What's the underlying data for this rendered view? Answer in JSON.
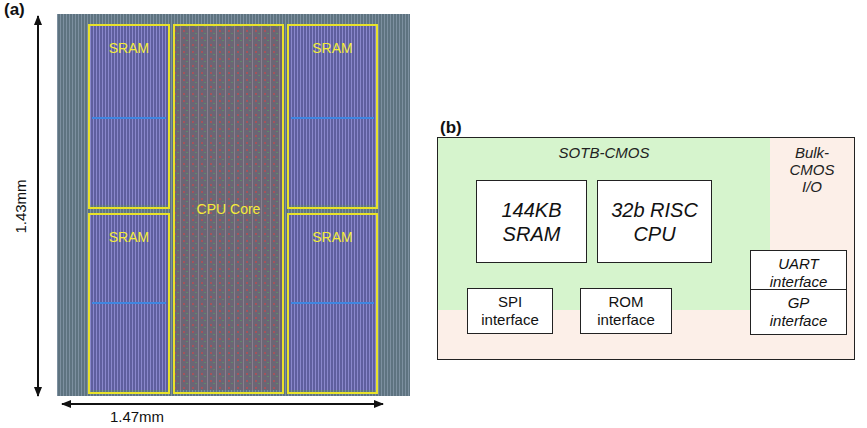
{
  "diagram": {
    "nodes": [
      {
        "text": [
          "SRAM"
        ]
      },
      {
        "text": [
          "CPU Core"
        ]
      },
      {
        "text": [
          "SRAM"
        ]
      },
      {
        "text": [
          "SRAM"
        ]
      },
      {
        "text": [
          "SRAM"
        ]
      },
      {
        "text": [
          "SOTB-CMOS"
        ]
      },
      {
        "text": [
          "144KB SRAM"
        ],
        "in": 5
      },
      {
        "text": [
          "32b RISC CPU"
        ],
        "in": 5
      },
      {
        "text": [
          "Bulk-CMOS I/O"
        ]
      },
      {
        "text": [
          "UART interface"
        ],
        "in": 8
      },
      {
        "text": [
          "SPI interface"
        ]
      },
      {
        "text": [
          "ROM interface"
        ]
      },
      {
        "text": [
          "GP interface"
        ],
        "in": 8
      }
    ],
    "labels": [
      "(a)",
      "1.43mm",
      "1.47mm",
      "(b)"
    ]
  }
}
